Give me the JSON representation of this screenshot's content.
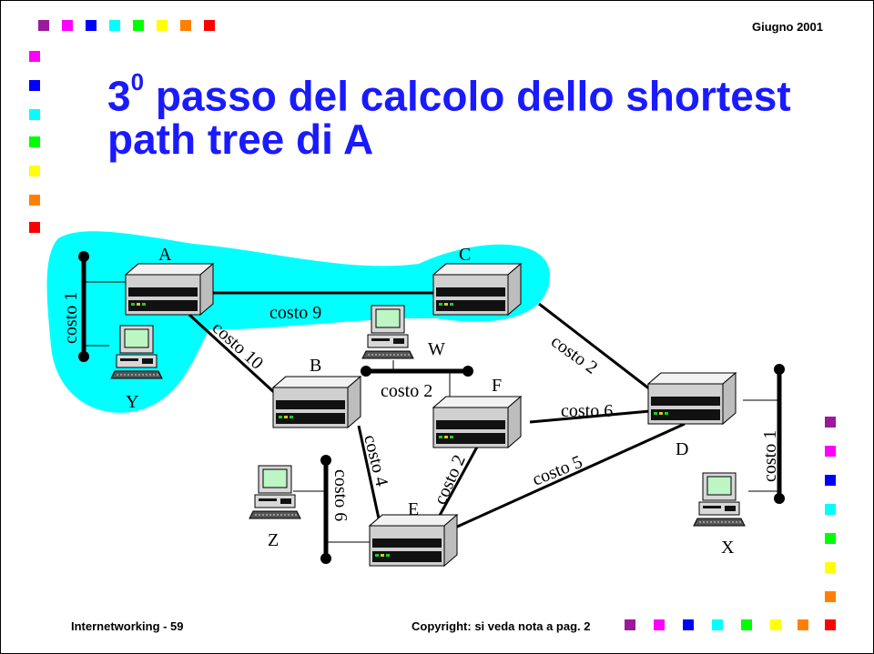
{
  "header": {
    "date": "Giugno 2001"
  },
  "title": {
    "prefix": "3",
    "superscript": "0",
    "text": " passo del calcolo dello shortest path tree di A"
  },
  "footer": {
    "left": "Internetworking - 59",
    "right": "Copyright: si veda nota a pag. 2"
  },
  "decor": {
    "square_colors": [
      "#9b1a9b",
      "#ff00ff",
      "#0000ff",
      "#00ffff",
      "#00ff00",
      "#ffff00",
      "#ff8000",
      "#ff0000"
    ],
    "highlight_color": "#00ffff"
  },
  "diagram": {
    "routers": {
      "A": "A",
      "B": "B",
      "C": "C",
      "D": "D",
      "E": "E",
      "F": "F"
    },
    "hosts": {
      "W": "W",
      "X": "X",
      "Y": "Y",
      "Z": "Z"
    },
    "costs": {
      "a_lan": "costo 1",
      "a_c": "costo 9",
      "a_b": "costo 10",
      "c_d": "costo 2",
      "w_lan": "costo 2",
      "f_d": "costo 6",
      "b_e": "costo 4",
      "z_lan": "costo 6",
      "f_e": "costo 2",
      "e_d": "costo 5",
      "x_lan": "costo 1"
    }
  }
}
